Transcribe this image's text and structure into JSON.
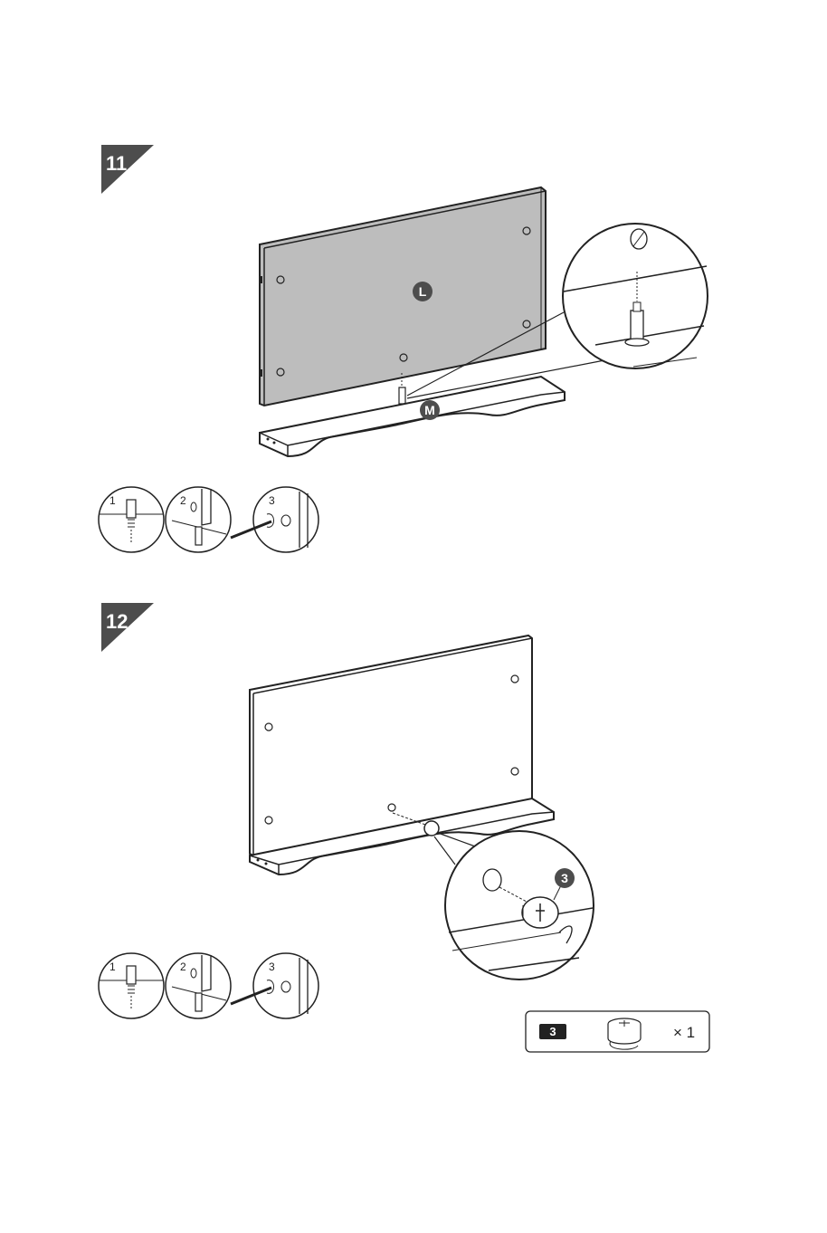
{
  "steps": [
    {
      "number": "11",
      "panel_label": "L",
      "base_label": "M",
      "substeps": [
        "1",
        "2",
        "3"
      ]
    },
    {
      "number": "12",
      "callout_label": "3",
      "substeps": [
        "1",
        "2",
        "3"
      ]
    }
  ],
  "parts_legend": {
    "part_label": "3",
    "quantity": "× 1"
  },
  "colors": {
    "badge_fill": "#4d4d4d",
    "panel_fill": "#bbbbbb",
    "line": "#222222"
  }
}
